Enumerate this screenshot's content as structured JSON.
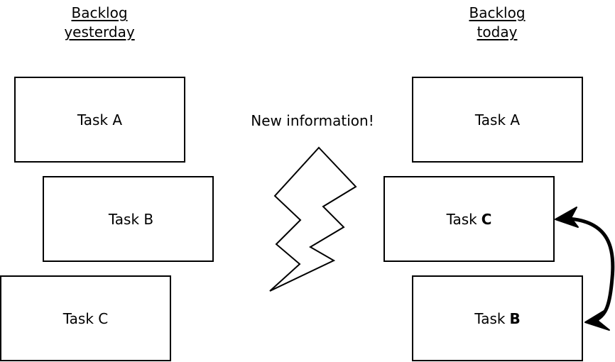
{
  "headings": {
    "yesterday": [
      "Backlog",
      "yesterday"
    ],
    "today": [
      "Backlog",
      "today"
    ]
  },
  "yesterday_tasks": [
    {
      "prefix": "Task",
      "letter": "A"
    },
    {
      "prefix": "Task",
      "letter": "B"
    },
    {
      "prefix": "Task",
      "letter": "C"
    }
  ],
  "today_tasks": [
    {
      "prefix": "Task",
      "letter": "A"
    },
    {
      "prefix": "Task",
      "letter": "C"
    },
    {
      "prefix": "Task",
      "letter": "B"
    }
  ],
  "event_label": "New information!",
  "icons": {
    "event": "lightning-bolt-icon",
    "reorder": "curved-double-arrow-icon"
  }
}
